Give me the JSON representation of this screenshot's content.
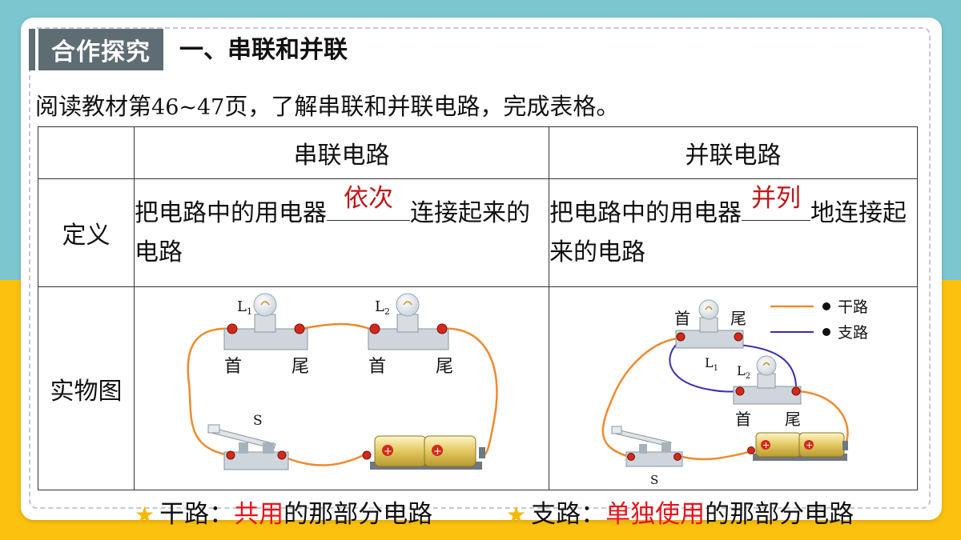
{
  "header": {
    "tag": "合作探究",
    "title": "一、串联和并联"
  },
  "intro": {
    "before": "阅读教材第",
    "pages": "46~47",
    "after": "页，了解串联和并联电路，完成表格。"
  },
  "table": {
    "headers": [
      "",
      "串联电路",
      "并联电路"
    ],
    "definition": {
      "label": "定义",
      "series": {
        "before": "把电路中的用电器",
        "answer": "依次",
        "after": "连接起来的电路"
      },
      "parallel": {
        "before": "把电路中的用电器",
        "answer": "并列",
        "after": "地连接起来的电路"
      }
    },
    "diagram": {
      "label": "实物图",
      "series": {
        "lamp1": "L",
        "lamp1_sub": "1",
        "lamp2": "L",
        "lamp2_sub": "2",
        "head": "首",
        "tail": "尾",
        "switch": "S"
      },
      "parallel": {
        "head": "首",
        "tail": "尾",
        "lamp1": "L",
        "lamp1_sub": "1",
        "lamp2": "L",
        "lamp2_sub": "2",
        "switch": "S",
        "legend_main": "干路",
        "legend_branch": "支路"
      }
    }
  },
  "notes": {
    "main_label": "干路：",
    "main_highlight": "共用",
    "main_rest": "的那部分电路",
    "branch_label": "支路：",
    "branch_highlight": "单独使用",
    "branch_rest": "的那部分电路"
  },
  "colors": {
    "wire_main": "#f08a2c",
    "wire_branch": "#3a2fb0",
    "answer": "#c01818",
    "highlight": "#e8121a",
    "tag_bg": "#5e6c73"
  }
}
